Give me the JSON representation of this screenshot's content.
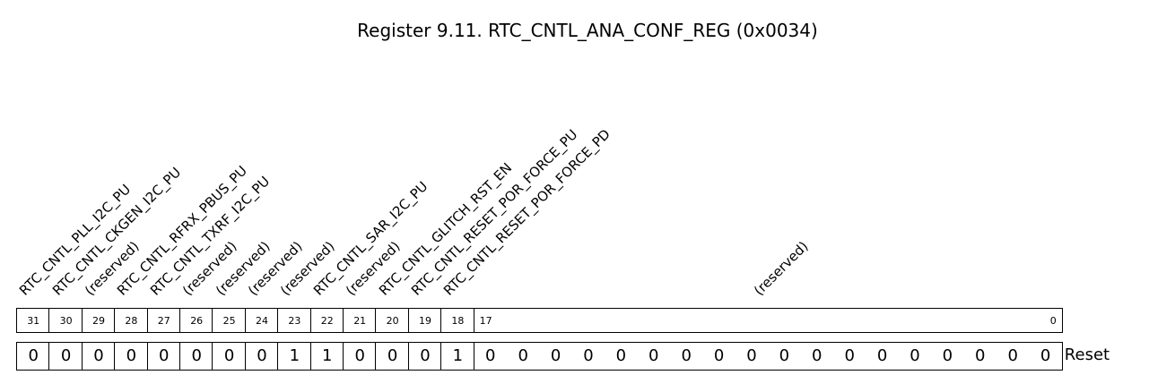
{
  "title": "Register 9.11. RTC_CNTL_ANA_CONF_REG (0x0034)",
  "fields": [
    {
      "name": "RTC_CNTL_PLL_I2C_PU",
      "hi": 31,
      "lo": 31,
      "reset": [
        "0"
      ]
    },
    {
      "name": "RTC_CNTL_CKGEN_I2C_PU",
      "hi": 30,
      "lo": 30,
      "reset": [
        "0"
      ]
    },
    {
      "name": "(reserved)",
      "hi": 29,
      "lo": 29,
      "reset": [
        "0"
      ]
    },
    {
      "name": "RTC_CNTL_RFRX_PBUS_PU",
      "hi": 28,
      "lo": 28,
      "reset": [
        "0"
      ]
    },
    {
      "name": "RTC_CNTL_TXRF_I2C_PU",
      "hi": 27,
      "lo": 27,
      "reset": [
        "0"
      ]
    },
    {
      "name": "(reserved)",
      "hi": 26,
      "lo": 26,
      "reset": [
        "0"
      ]
    },
    {
      "name": "(reserved)",
      "hi": 25,
      "lo": 25,
      "reset": [
        "0"
      ]
    },
    {
      "name": "(reserved)",
      "hi": 24,
      "lo": 24,
      "reset": [
        "0"
      ]
    },
    {
      "name": "(reserved)",
      "hi": 23,
      "lo": 23,
      "reset": [
        "1"
      ]
    },
    {
      "name": "RTC_CNTL_SAR_I2C_PU",
      "hi": 22,
      "lo": 22,
      "reset": [
        "1"
      ]
    },
    {
      "name": "(reserved)",
      "hi": 21,
      "lo": 21,
      "reset": [
        "0"
      ]
    },
    {
      "name": "RTC_CNTL_GLITCH_RST_EN",
      "hi": 20,
      "lo": 20,
      "reset": [
        "0"
      ]
    },
    {
      "name": "RTC_CNTL_RESET_POR_FORCE_PU",
      "hi": 19,
      "lo": 19,
      "reset": [
        "0"
      ]
    },
    {
      "name": "RTC_CNTL_RESET_POR_FORCE_PD",
      "hi": 18,
      "lo": 18,
      "reset": [
        "1"
      ]
    },
    {
      "name": "(reserved)",
      "hi": 17,
      "lo": 0,
      "reset": [
        "0",
        "0",
        "0",
        "0",
        "0",
        "0",
        "0",
        "0",
        "0",
        "0",
        "0",
        "0",
        "0",
        "0",
        "0",
        "0",
        "0",
        "0"
      ]
    }
  ],
  "reset_label": "Reset"
}
